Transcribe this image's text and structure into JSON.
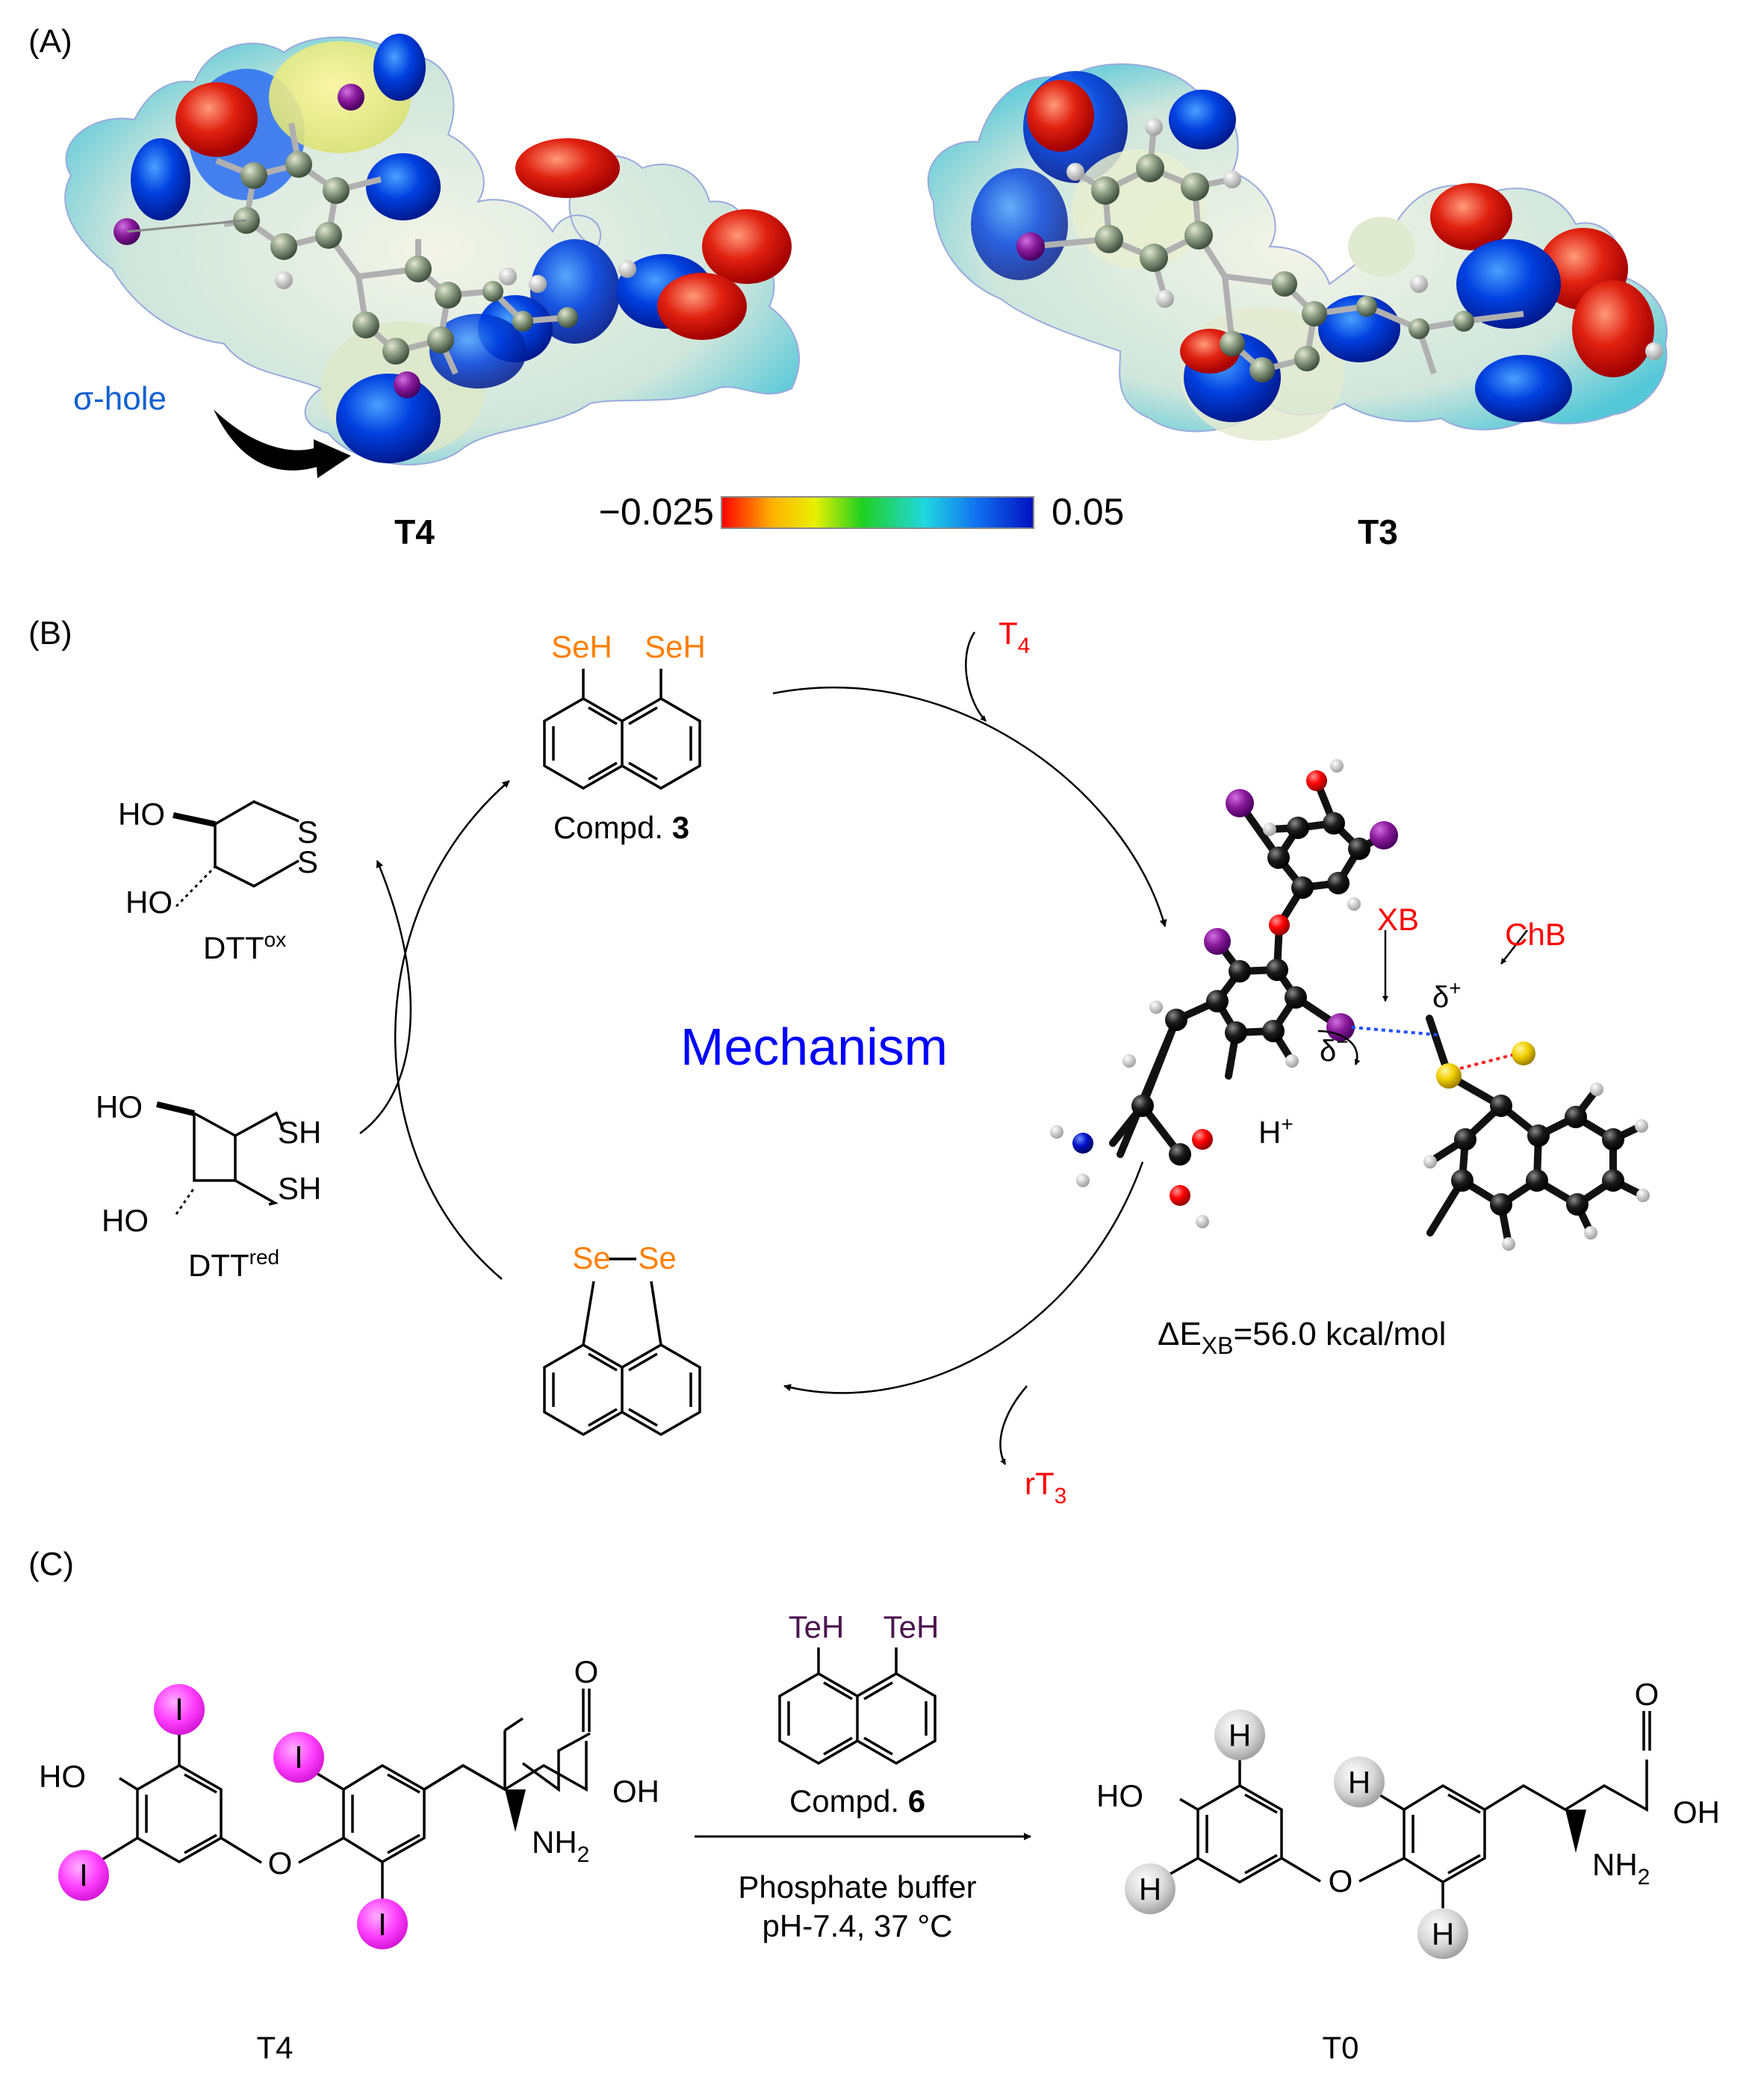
{
  "panel_a": {
    "label": "(A)",
    "sigma_hole": "σ-hole",
    "molecule_left": "T4",
    "molecule_right": "T3",
    "colorbar_min": "−0.025",
    "colorbar_max": "0.05",
    "colorbar_stops": [
      "#ff0000",
      "#ffb000",
      "#e8f000",
      "#20d020",
      "#20d8e0",
      "#1070f0",
      "#0010c0"
    ]
  },
  "panel_b": {
    "label": "(B)",
    "center_title": "Mechanism",
    "se_h": "SeH",
    "compound3_prefix": "Compd. ",
    "compound3_num": "3",
    "se": "Se",
    "t4_main": "T",
    "t4_sub": "4",
    "rt3_main": "rT",
    "rt3_sub": "3",
    "ho": "HO",
    "s": "S",
    "sh": "SH",
    "dtt": "DTT",
    "dtt_ox_sup": "ox",
    "dtt_red_sup": "red",
    "xb": "XB",
    "chb": "ChB",
    "delta": "δ",
    "delta_plus_sup": "+",
    "delta_minus_sup": "−",
    "h": "H",
    "h_plus_sup": "+",
    "energy_delta": "ΔE",
    "energy_sub": "XB",
    "energy_value": "=56.0 kcal/mol"
  },
  "panel_c": {
    "label": "(C)",
    "te_h": "TeH",
    "compound6_prefix": "Compd. ",
    "compound6_num": "6",
    "condition_1": "Phosphate buffer",
    "condition_2": "pH-7.4, 37 °C",
    "ho": "HO",
    "o": "O",
    "oh": "OH",
    "nh": "NH",
    "nh_sub": "2",
    "iodine": "I",
    "hydrogen": "H",
    "reactant_name": "T4",
    "product_name": "T0"
  },
  "colors": {
    "black": "#000000",
    "orange": "#ff7f00",
    "red": "#ff0000",
    "blue": "#0000ff",
    "sigma_blue": "#1060d0",
    "purple_te": "#4b1550",
    "magenta": "#ff33ff",
    "grey_ball": "#cccccc",
    "iodine_atom": "#8a1a9b",
    "sulfur_atom": "#f2d000",
    "oxygen_atom": "#ff0000",
    "nitrogen_atom": "#0010c8",
    "carbon_atom": "#202020",
    "hydrogen_atom": "#dddddd"
  }
}
